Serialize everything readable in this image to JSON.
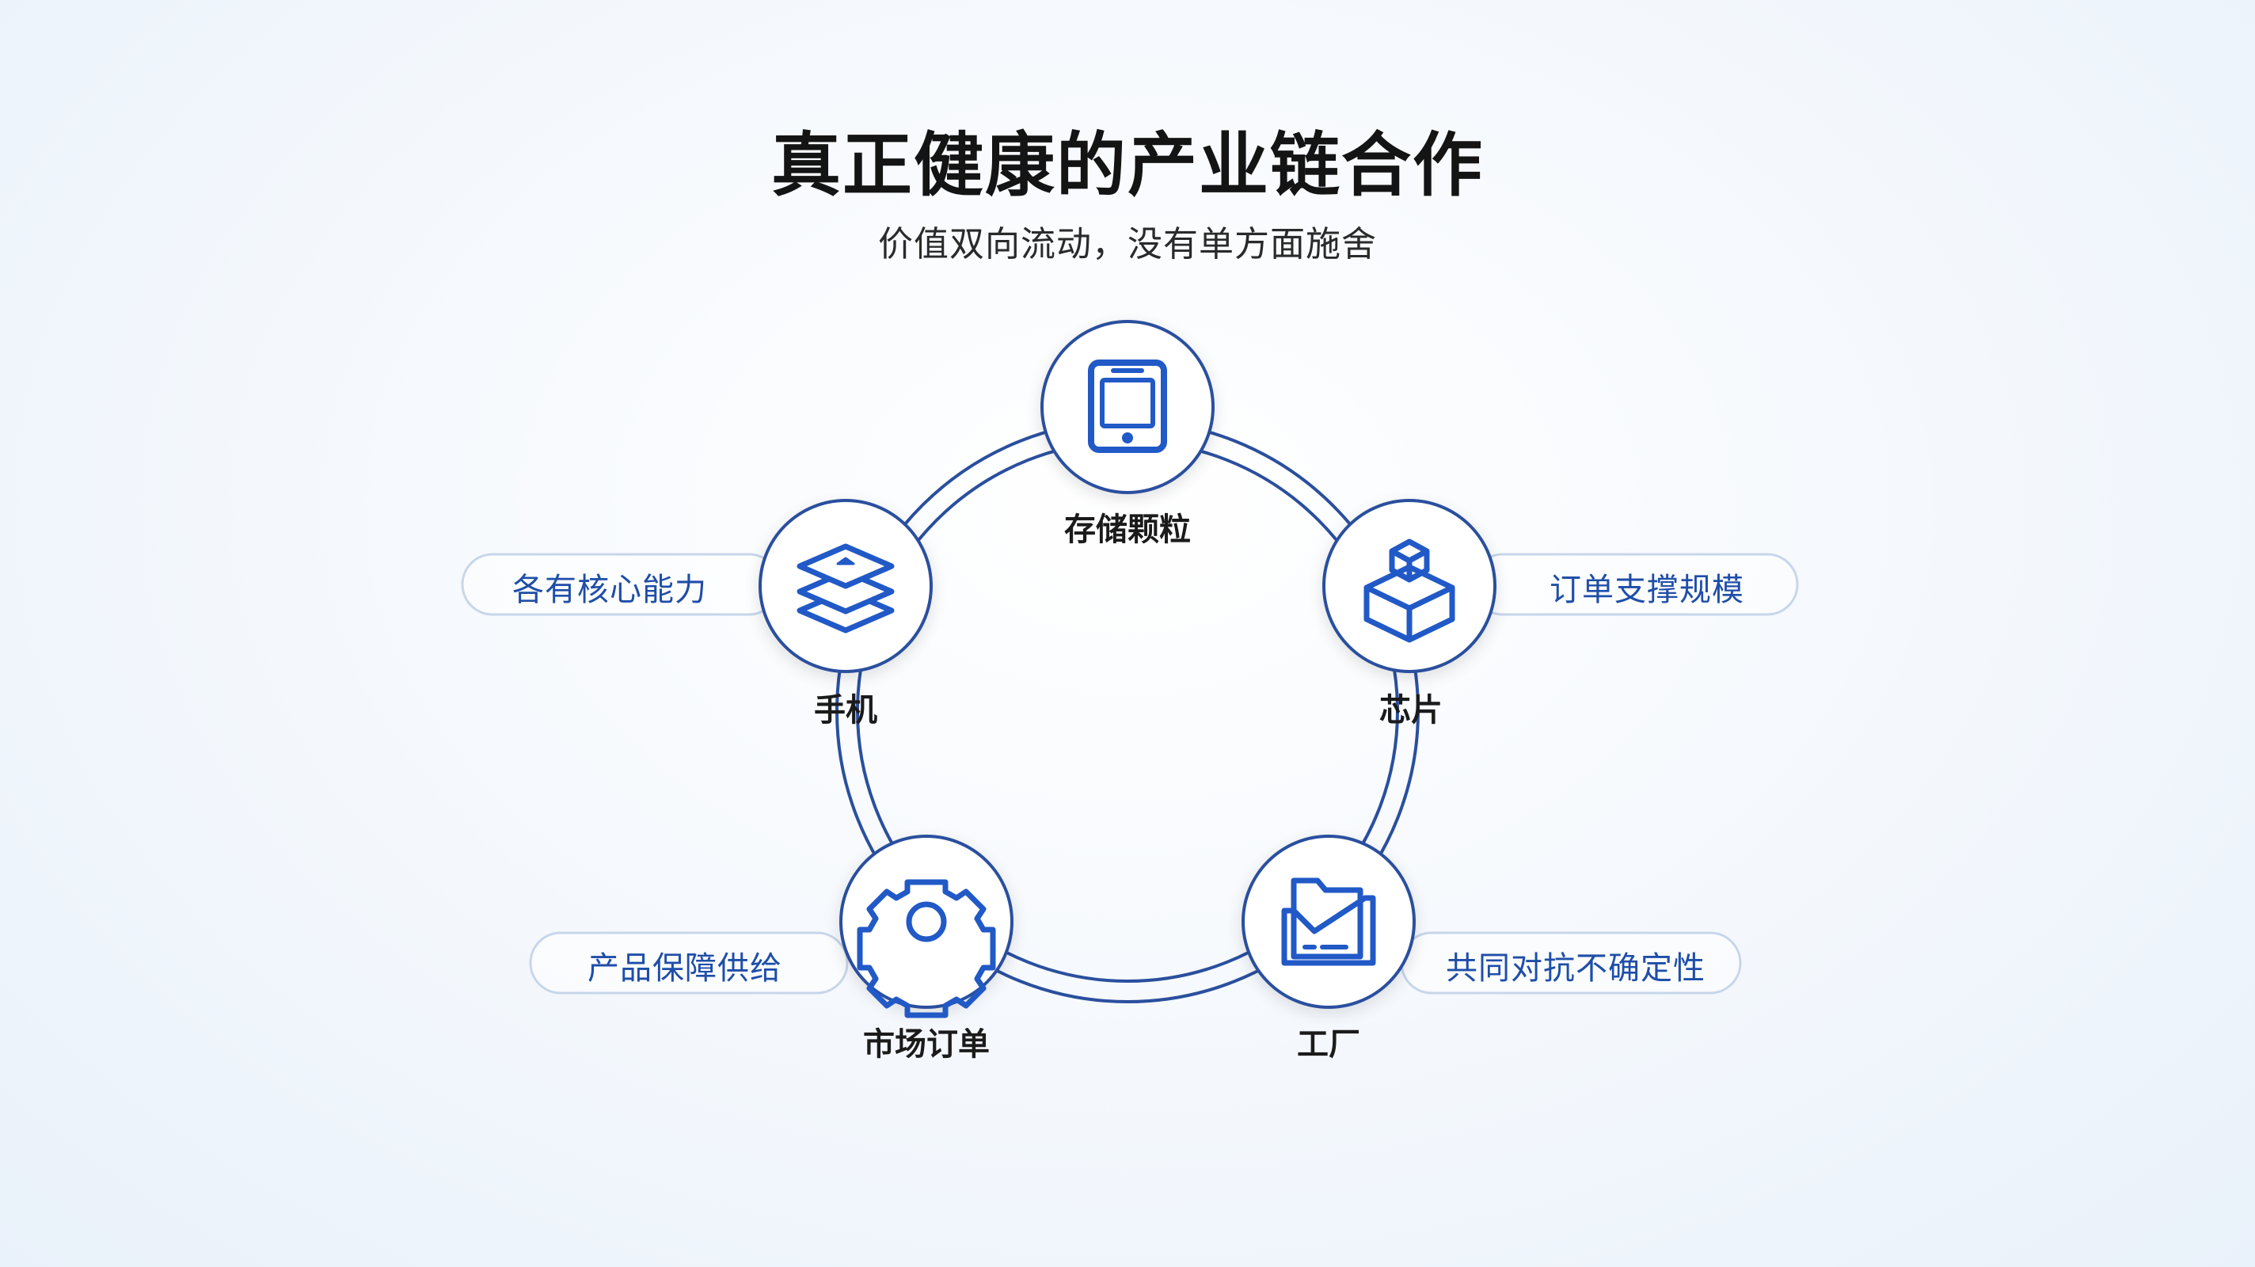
{
  "header": {
    "title": "真正健康的产业链合作",
    "subtitle": "价值双向流动，没有单方面施舍"
  },
  "nodes": [
    {
      "id": "storage",
      "label": "存储颗粒",
      "icon": "tablet-icon"
    },
    {
      "id": "phone",
      "label": "手机",
      "icon": "layers-icon"
    },
    {
      "id": "chip",
      "label": "芯片",
      "icon": "cube-icon"
    },
    {
      "id": "market",
      "label": "市场订单",
      "icon": "gear-icon"
    },
    {
      "id": "factory",
      "label": "工厂",
      "icon": "folder-check-icon"
    }
  ],
  "pills": {
    "phone": "各有核心能力",
    "chip": "订单支撑规模",
    "market": "产品保障供给",
    "factory": "共同对抗不确定性"
  },
  "colors": {
    "accent": "#2159c7",
    "ring": "#2a4f9e",
    "title": "#141414",
    "pill_text": "#1f4ea8",
    "pill_border": "#c7d6ea"
  }
}
